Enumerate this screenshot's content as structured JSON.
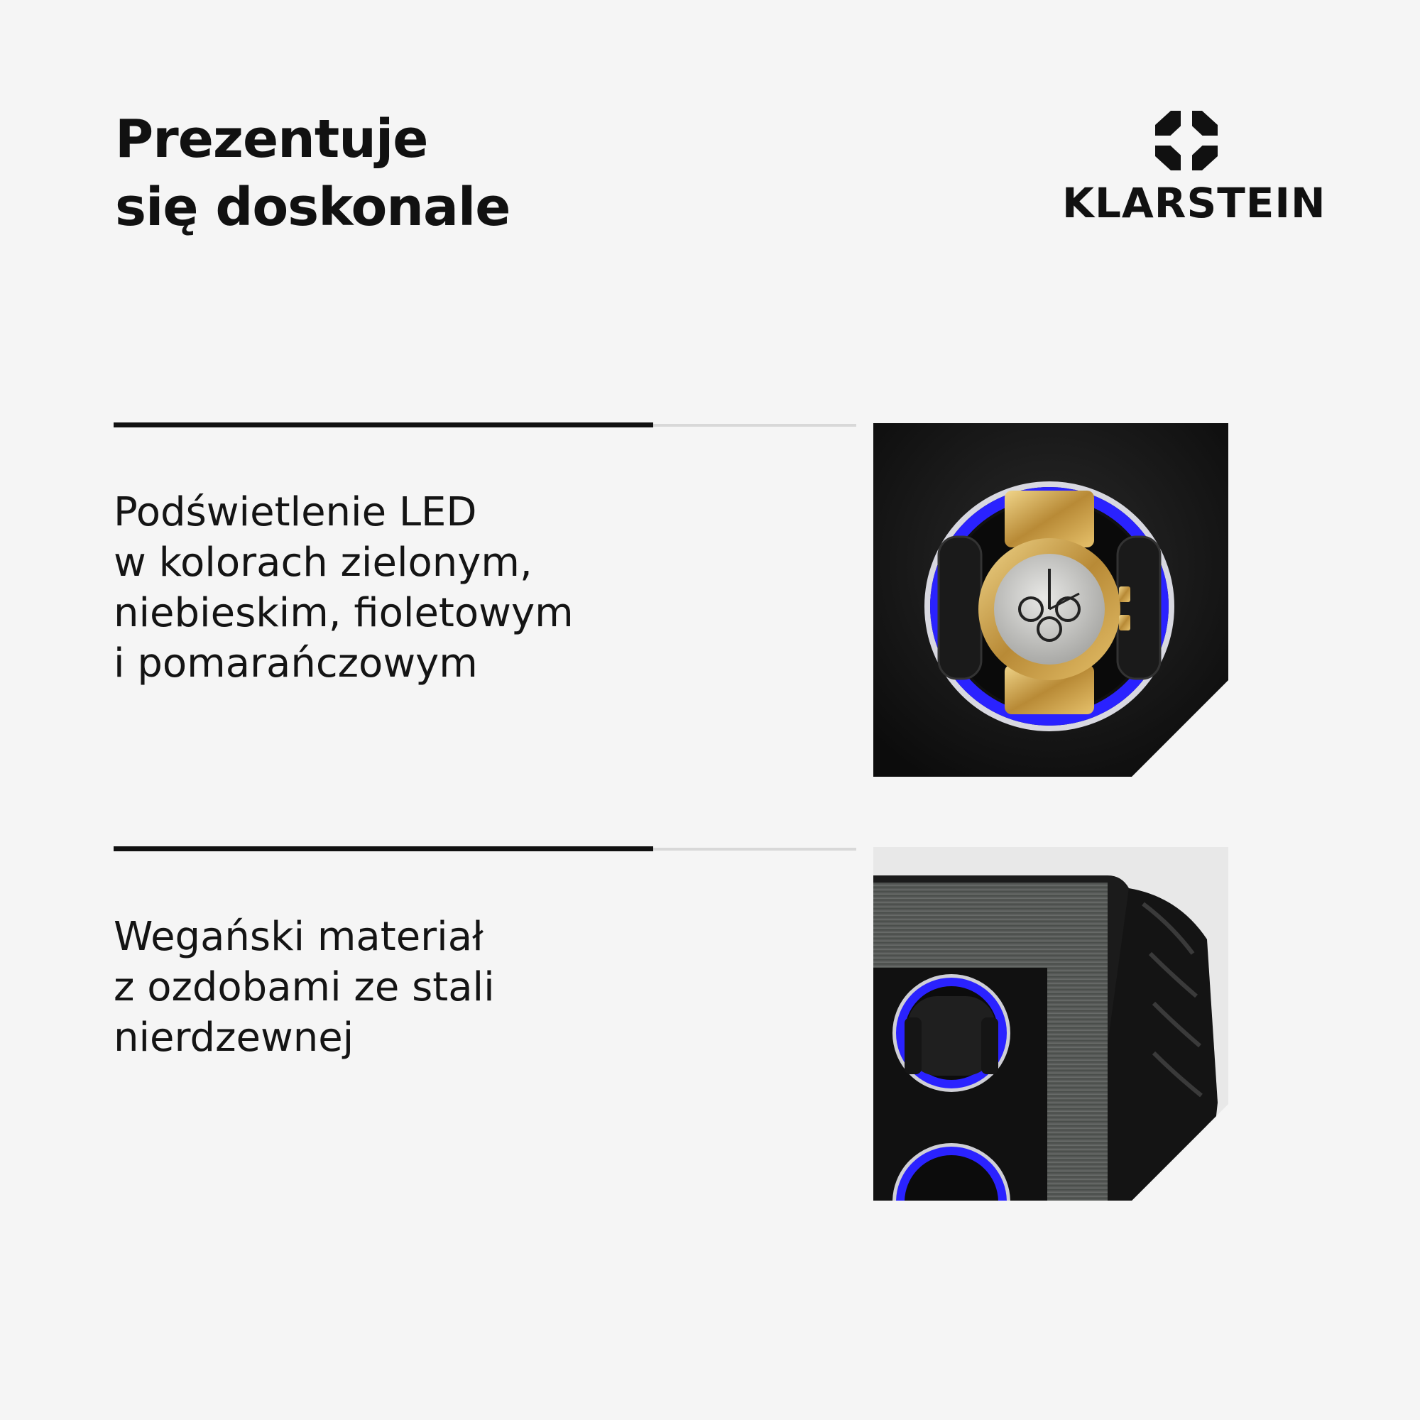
{
  "header": {
    "title_lines": [
      "Prezentuje",
      "się doskonale"
    ],
    "brand": "KLARSTEIN"
  },
  "features": [
    {
      "lines": [
        "Podświetlenie LED",
        "w kolorach zielonym,",
        "niebieskim, fioletowym",
        "i pomarańczowym"
      ],
      "image": "watch-winder-led-photo"
    },
    {
      "lines": [
        "Wegański materiał",
        "z ozdobami ze stali",
        "nierdzewnej"
      ],
      "image": "watch-winder-case-photo"
    }
  ],
  "colors": {
    "background": "#f5f5f5",
    "text": "#111111",
    "rule_dark": "#111111",
    "rule_light": "#d8d8d8",
    "led_blue": "#2a22ff",
    "watch_gold": "#c9a24a"
  }
}
